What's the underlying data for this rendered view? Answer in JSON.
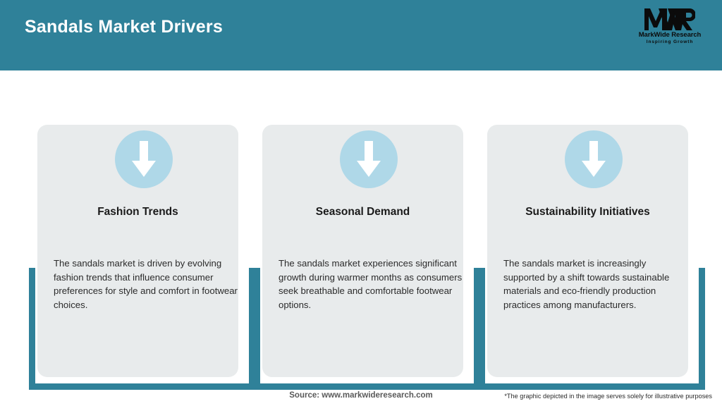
{
  "header": {
    "title": "Sandals Market Drivers",
    "background_color": "#2F8199",
    "title_color": "#FFFFFF"
  },
  "logo": {
    "mark": "MWR",
    "name": "MarkWide Research",
    "tagline": "Inspiring Growth"
  },
  "theme": {
    "accent_teal": "#2F8199",
    "card_background": "#E8EBEC",
    "icon_circle": "#AFD8E8",
    "arrow_color": "#FFFFFF",
    "page_background": "#FFFFFF"
  },
  "cards": [
    {
      "icon": "arrow-down-icon",
      "title": "Fashion Trends",
      "body": "The sandals market is driven by evolving fashion trends that influence consumer preferences for style and comfort in footwear choices."
    },
    {
      "icon": "arrow-down-icon",
      "title": "Seasonal Demand",
      "body": "The sandals market experiences significant growth during warmer months as consumers seek breathable and comfortable footwear options."
    },
    {
      "icon": "arrow-down-icon",
      "title": "Sustainability Initiatives",
      "body": "The sandals market is increasingly supported by a shift towards sustainable materials and eco-friendly production practices among manufacturers."
    }
  ],
  "footer": {
    "source": "Source: www.markwideresearch.com",
    "note": "*The graphic depicted in the image serves solely for illustrative purposes"
  }
}
